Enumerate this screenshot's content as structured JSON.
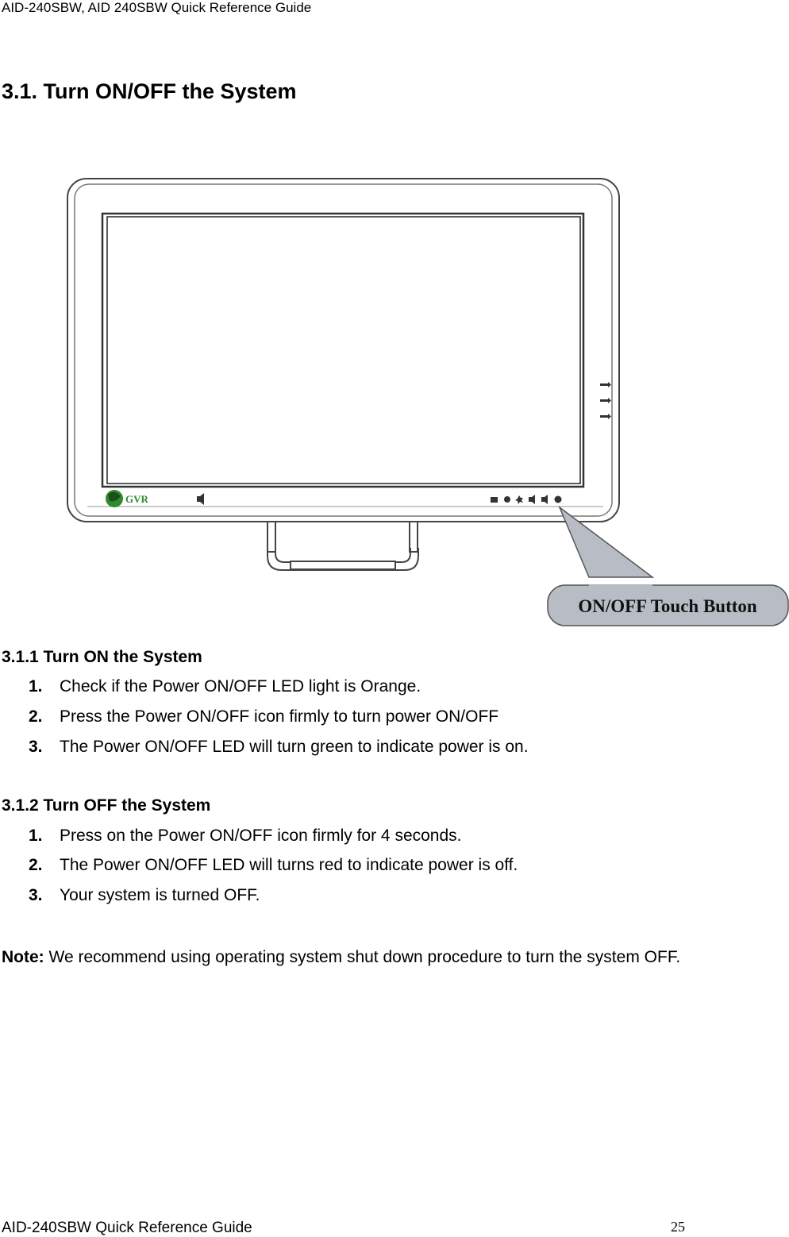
{
  "header": {
    "running_title": "AID-240SBW, AID 240SBW Quick Reference Guide"
  },
  "section": {
    "title": "3.1. Turn ON/OFF the System"
  },
  "figure": {
    "callout_label": "ON/OFF Touch Button",
    "logo_text": "GVR",
    "colors": {
      "logo_green": "#2e8b2e",
      "callout_fill": "#b8bcc4"
    }
  },
  "turn_on": {
    "heading": "3.1.1 Turn ON the System",
    "steps": [
      {
        "num": "1.",
        "text": "Check if the Power ON/OFF LED light is Orange."
      },
      {
        "num": "2.",
        "text": "Press the Power ON/OFF icon firmly to turn power ON/OFF"
      },
      {
        "num": "3.",
        "text": "The Power ON/OFF LED will turn green to indicate power is on."
      }
    ]
  },
  "turn_off": {
    "heading": "3.1.2 Turn OFF the System",
    "steps": [
      {
        "num": "1.",
        "text": "Press on the Power ON/OFF icon firmly for 4 seconds."
      },
      {
        "num": "2.",
        "text": "The Power ON/OFF LED will turns red to indicate power is off."
      },
      {
        "num": "3.",
        "text": "Your system is turned OFF."
      }
    ]
  },
  "note": {
    "label": "Note:",
    "text": " We recommend using operating system shut down procedure to turn the system OFF."
  },
  "footer": {
    "title": "AID-240SBW Quick Reference Guide",
    "page_number": "25"
  }
}
